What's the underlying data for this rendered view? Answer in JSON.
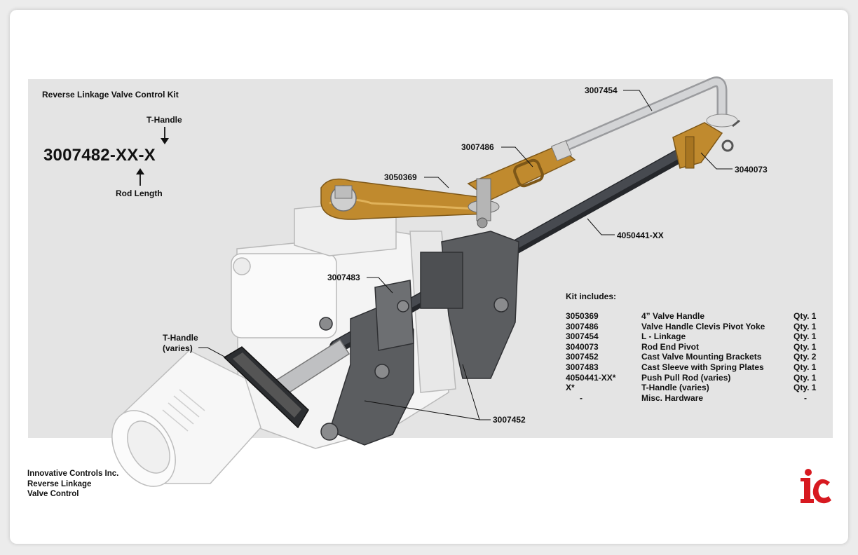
{
  "kit_title": "Reverse Linkage Valve Control Kit",
  "part_code": "3007482-XX-X",
  "code_labels": {
    "top": "T-Handle",
    "bottom": "Rod Length"
  },
  "callouts": {
    "c3007454": "3007454",
    "c3007486": "3007486",
    "c3050369": "3050369",
    "c3040073": "3040073",
    "c4050441": "4050441-XX",
    "c3007483": "3007483",
    "c3007452": "3007452",
    "t_handle_line1": "T-Handle",
    "t_handle_line2": "(varies)"
  },
  "kit_includes": {
    "heading": "Kit includes:",
    "items": [
      {
        "part": "3050369",
        "desc": "4” Valve Handle",
        "qty": "Qty. 1"
      },
      {
        "part": "3007486",
        "desc": "Valve Handle Clevis Pivot Yoke",
        "qty": "Qty. 1"
      },
      {
        "part": "3007454",
        "desc": "L - Linkage",
        "qty": "Qty. 1"
      },
      {
        "part": "3040073",
        "desc": "Rod End Pivot",
        "qty": "Qty. 1"
      },
      {
        "part": "3007452",
        "desc": "Cast Valve Mounting Brackets",
        "qty": "Qty. 2"
      },
      {
        "part": "3007483",
        "desc": "Cast Sleeve with Spring Plates",
        "qty": "Qty. 1"
      },
      {
        "part": "4050441-XX*",
        "desc": "Push Pull Rod (varies)",
        "qty": "Qty. 1"
      },
      {
        "part": "X*",
        "desc": "T-Handle (varies)",
        "qty": "Qty. 1"
      },
      {
        "part": "-",
        "desc": "Misc. Hardware",
        "qty": "-"
      }
    ]
  },
  "footer": {
    "line1": "Innovative Controls Inc.",
    "line2": "Reverse Linkage",
    "line3": "Valve Control"
  },
  "logo": {
    "text": "ic",
    "color": "#d71920"
  },
  "colors": {
    "brass": "#c08a2e",
    "rod": "#3c3f44",
    "bracket": "#5b5d60",
    "valve": "#f2f2f2",
    "linkage": "#c8c9cb"
  }
}
